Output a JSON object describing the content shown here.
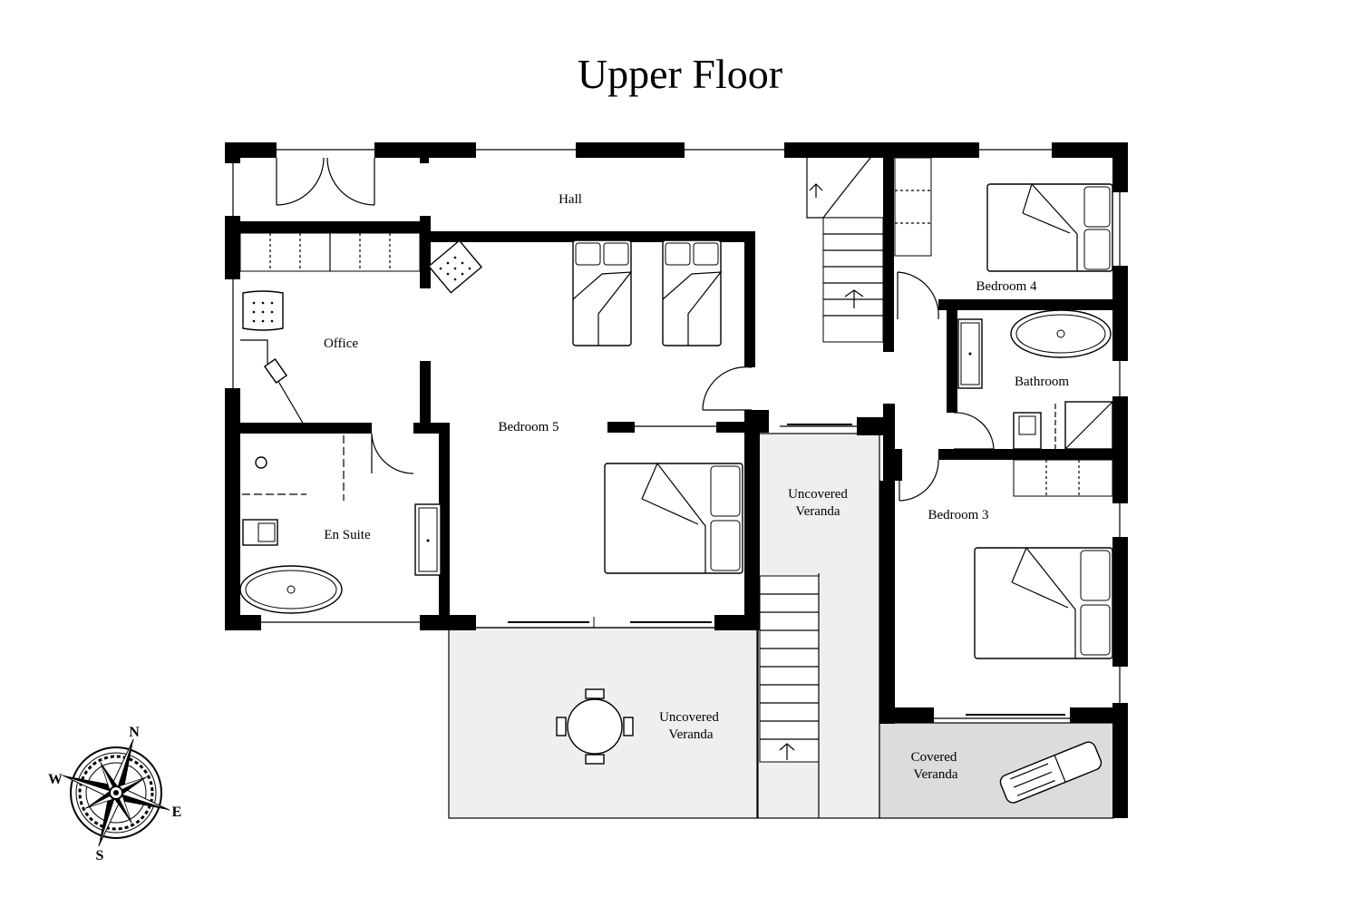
{
  "title": "Upper Floor",
  "rooms": {
    "hall": "Hall",
    "office": "Office",
    "bedroom5": "Bedroom 5",
    "en_suite": "En Suite",
    "bedroom4": "Bedroom 4",
    "bathroom": "Bathroom",
    "bedroom3": "Bedroom 3",
    "uncovered_veranda_east_1": "Uncovered",
    "uncovered_veranda_east_2": "Veranda",
    "uncovered_veranda_south_1": "Uncovered",
    "uncovered_veranda_south_2": "Veranda",
    "covered_veranda_1": "Covered",
    "covered_veranda_2": "Veranda"
  },
  "compass": {
    "n": "N",
    "e": "E",
    "s": "S",
    "w": "W"
  },
  "colors": {
    "wall": "#000000",
    "veranda_uncovered": "#efefef",
    "veranda_covered": "#dcdcdc"
  }
}
